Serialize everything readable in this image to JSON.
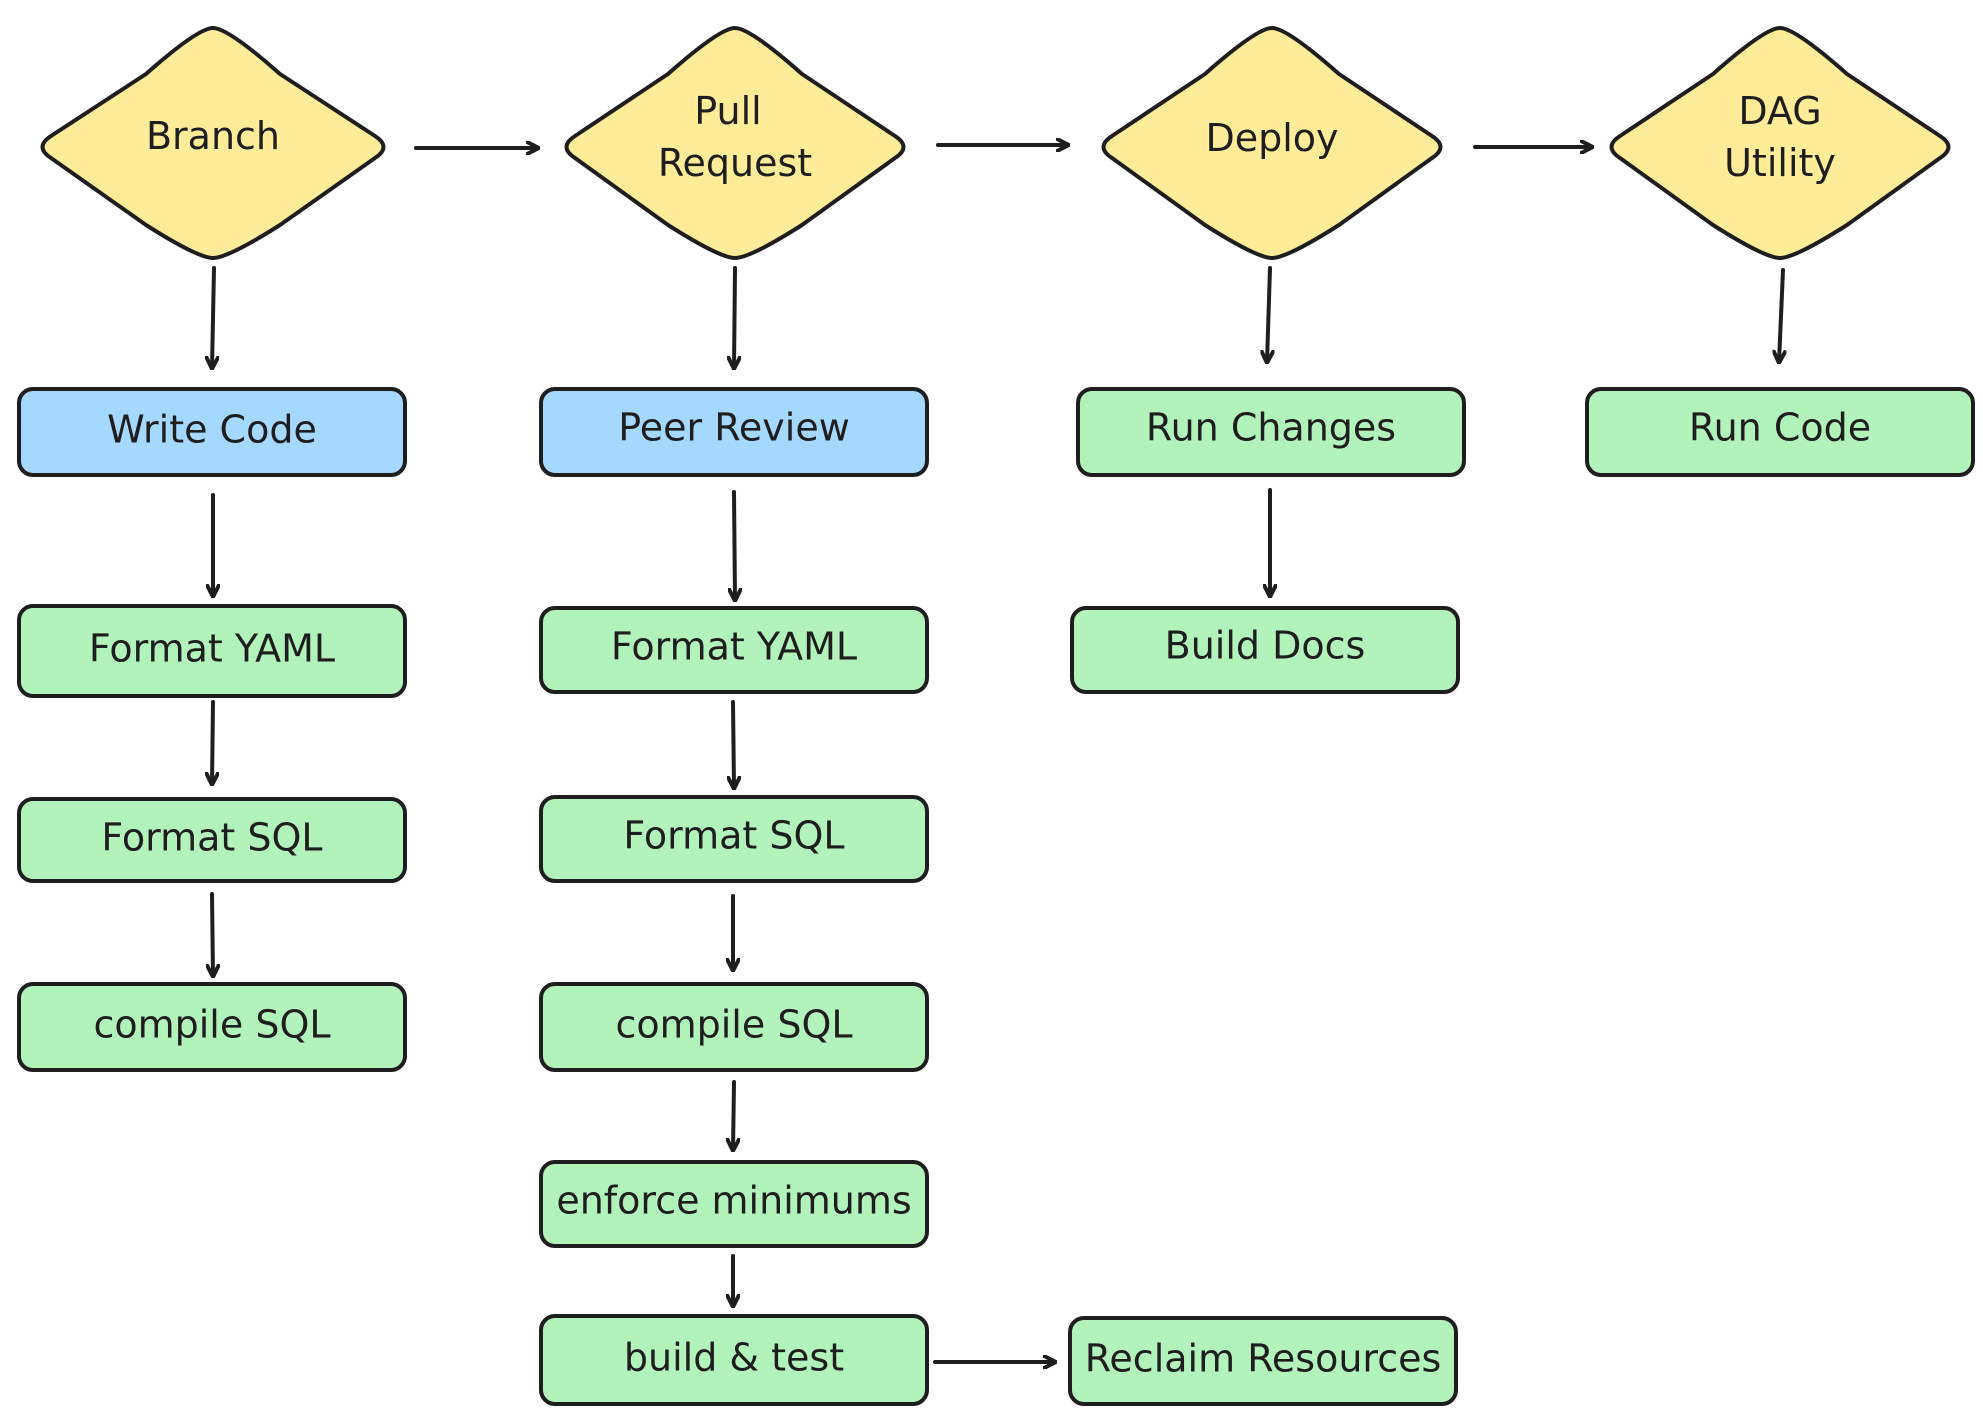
{
  "diagram": {
    "stages": [
      {
        "id": "branch",
        "label_lines": [
          "Branch"
        ]
      },
      {
        "id": "pull-request",
        "label_lines": [
          "Pull",
          "Request"
        ]
      },
      {
        "id": "deploy",
        "label_lines": [
          "Deploy"
        ]
      },
      {
        "id": "dag-utility",
        "label_lines": [
          "DAG",
          "Utility"
        ]
      }
    ],
    "steps": {
      "write_code": "Write Code",
      "format_yaml_1": "Format YAML",
      "format_sql_1": "Format SQL",
      "compile_sql_1": "compile SQL",
      "peer_review": "Peer Review",
      "format_yaml_2": "Format YAML",
      "format_sql_2": "Format SQL",
      "compile_sql_2": "compile SQL",
      "enforce_minimums": "enforce minimums",
      "build_test": "build & test",
      "reclaim_resources": "Reclaim Resources",
      "run_changes": "Run Changes",
      "build_docs": "Build Docs",
      "run_code": "Run Code"
    },
    "colors": {
      "decision_fill": "#ffec99",
      "review_fill": "#a5d8ff",
      "action_fill": "#b2f2bb",
      "stroke": "#1e1e1e"
    }
  }
}
